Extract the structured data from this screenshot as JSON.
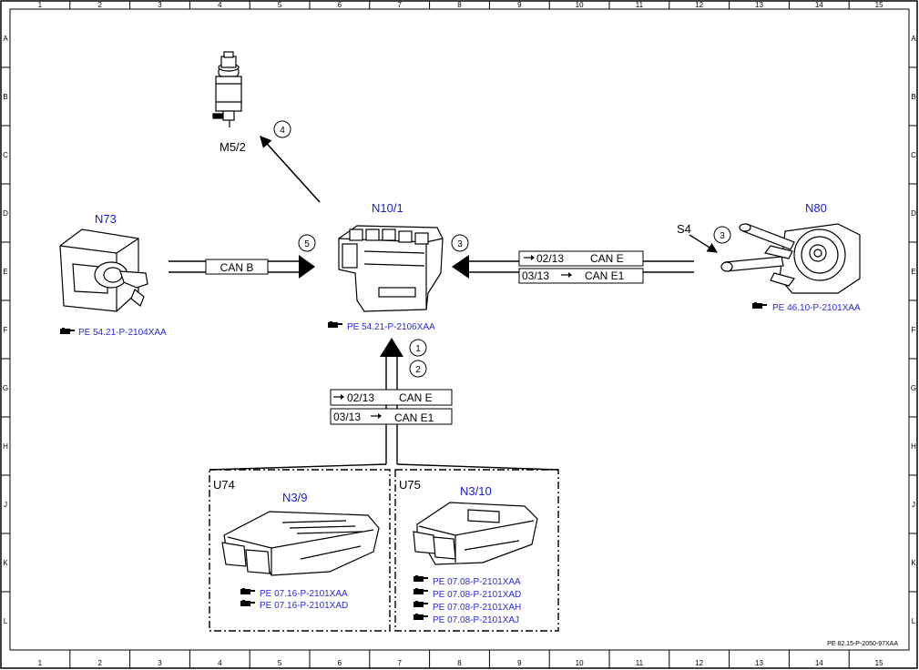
{
  "frame": {
    "columns": [
      "1",
      "2",
      "3",
      "4",
      "5",
      "6",
      "7",
      "8",
      "9",
      "10",
      "11",
      "12",
      "13",
      "14",
      "15"
    ],
    "rows": [
      "A",
      "B",
      "C",
      "D",
      "E",
      "F",
      "G",
      "H",
      "J",
      "K",
      "L"
    ]
  },
  "components": {
    "n73": {
      "label": "N73",
      "ref": "PE 54.21-P-2104XAA"
    },
    "n10_1": {
      "label": "N10/1",
      "ref": "PE 54.21-P-2106XAA"
    },
    "n80": {
      "label": "N80",
      "ref": "PE 46.10-P-2101XAA"
    },
    "m5_2": {
      "label": "M5/2"
    },
    "s4": {
      "label": "S4"
    },
    "n3_9": {
      "label": "N3/9",
      "group": "U74",
      "refs": [
        "PE 07.16-P-2101XAA",
        "PE 07.16-P-2101XAD"
      ]
    },
    "n3_10": {
      "label": "N3/10",
      "group": "U75",
      "refs": [
        "PE 07.08-P-2101XAA",
        "PE 07.08-P-2101XAD",
        "PE 07.08-P-2101XAH",
        "PE 07.08-P-2101XAJ"
      ]
    }
  },
  "buses": {
    "can_b": {
      "label": "CAN B"
    },
    "right": {
      "row1_code": "02/13",
      "row1_label": "CAN E",
      "row2_code": "03/13",
      "row2_label": "CAN E1"
    },
    "bottom": {
      "row1_code": "02/13",
      "row1_label": "CAN E",
      "row2_code": "03/13",
      "row2_label": "CAN E1"
    }
  },
  "markers": {
    "m1": "1",
    "m2": "2",
    "m3": "3",
    "m3b": "3",
    "m4": "4",
    "m5": "5"
  },
  "footer": {
    "doc_id": "PE 82.15-P-2050-97XAA"
  }
}
